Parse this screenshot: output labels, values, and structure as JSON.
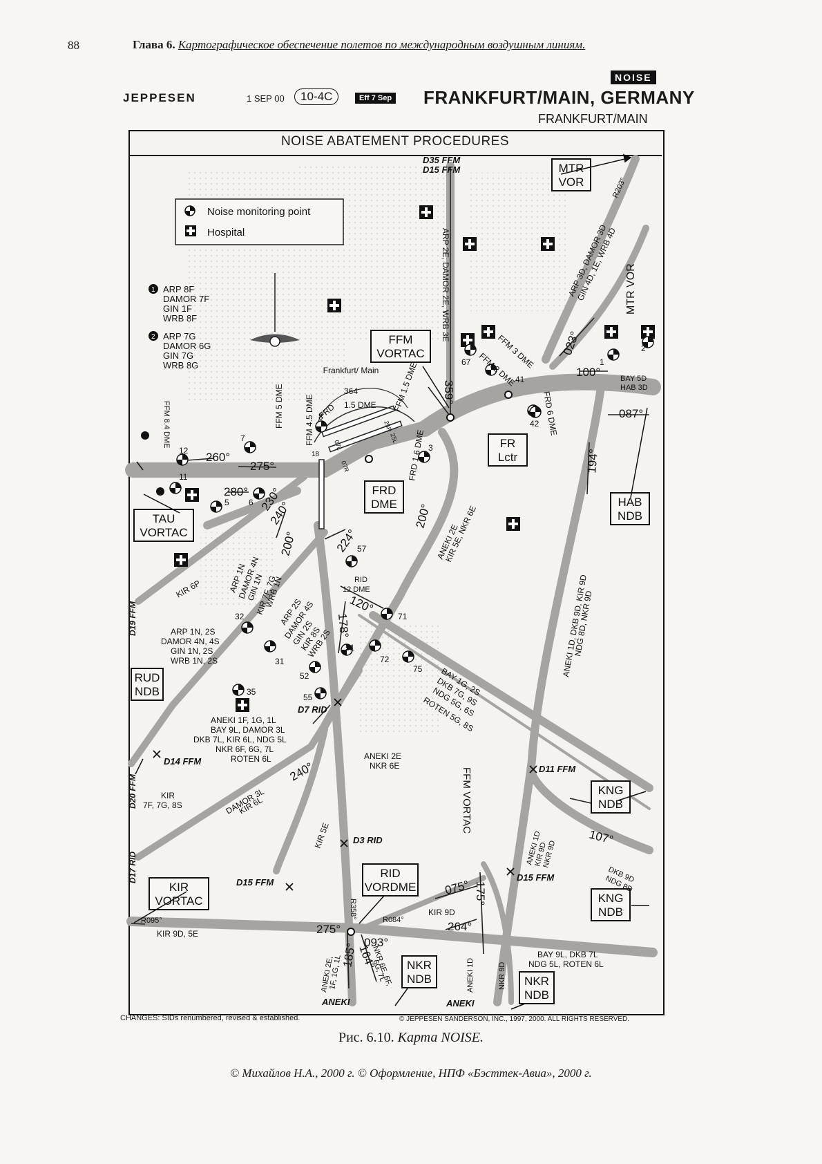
{
  "page": {
    "number": "88",
    "chapter_label": "Глава 6.",
    "chapter_title": "Картографическое обеспечение полетов по международным воздушным линиям."
  },
  "chart_header": {
    "noise_tag": "NOISE",
    "logo": "JEPPESEN",
    "date": "1 SEP 00",
    "chart_number": "10-4C",
    "effective": "Eff 7 Sep",
    "title": "FRANKFURT/MAIN, GERMANY",
    "subtitle": "FRANKFURT/MAIN"
  },
  "chart": {
    "heading": "NOISE ABATEMENT PROCEDURES",
    "legend": {
      "noise_monitoring_point": "Noise monitoring point",
      "hospital": "Hospital"
    },
    "route_groups": {
      "one": [
        "ARP 8F",
        "DAMOR 7F",
        "GIN 1F",
        "WRB 8F"
      ],
      "two": [
        "ARP 7G",
        "DAMOR 6G",
        "GIN 7G",
        "WRB 8G"
      ]
    },
    "airport": {
      "name": "Frankfurt/ Main",
      "elevation": "364"
    },
    "facilities": {
      "ffm_vortac": [
        "FFM",
        "VORTAC"
      ],
      "mtr_vor": [
        "MTR",
        "VOR"
      ],
      "fr_lctr": [
        "FR",
        "Lctr"
      ],
      "frd_dme": [
        "FRD",
        "DME"
      ],
      "tau_vortac": [
        "TAU",
        "VORTAC"
      ],
      "hab_ndb": [
        "HAB",
        "NDB"
      ],
      "rud_ndb": [
        "RUD",
        "NDB"
      ],
      "kng_ndb_1": [
        "KNG",
        "NDB"
      ],
      "kng_ndb_2": [
        "KNG",
        "NDB"
      ],
      "kir_vortac": [
        "KIR",
        "VORTAC"
      ],
      "rid_vordme": [
        "RID",
        "VORDME"
      ],
      "nkr_ndb_1": [
        "NKR",
        "NDB"
      ],
      "nkr_ndb_2": [
        "NKR",
        "NDB"
      ]
    },
    "labels": {
      "d35": "D35 FFM",
      "d15_top": "D15 FFM",
      "arp2e": "ARP 2E, DAMOR 2E, WRB 3E",
      "arp3d": "ARP 3D, DAMOR 3D",
      "gin4d": "GIN 4D, 1E, WRB 4D",
      "r203": "R203°",
      "mtr_vor_rot": "MTR VOR",
      "bay5d": "BAY 5D",
      "hab3d": "HAB 3D",
      "ffm3": "FFM 3 DME",
      "ffm2": "FFM 2 DME",
      "frd6": "FRD 6 DME",
      "ffm8": "FFM 8.4 DME",
      "ffm5": "FFM 5 DME",
      "ffm45": "FFM 4.5 DME",
      "ffm15": "FFM 1.5 DME",
      "dme15": "1.5 DME",
      "frd_ring": "FRD",
      "frd16": "FRD 1.6 DME",
      "rwy_07l": "07L",
      "rwy_07r": "07R",
      "rwy_25l": "25L",
      "rwy_25r": "25R",
      "rwy_18": "18",
      "aneki2e_top": "ANEKI 2E",
      "kir5e_top": "KIR 5E, NKR 6E",
      "kir6p": "KIR 6P",
      "arp1n": "ARP 1N",
      "damor4n": "DAMOR 4N",
      "gin1n": "GIN 1N",
      "kir7f": "KIR 7F, 7G",
      "wrb1n": "WRB 1N",
      "arp2s": "ARP 2S",
      "damor4s": "DAMOR 4S",
      "gin2s": "GIN 2S",
      "kir8s": "KIR 8S",
      "wrb2s": "WRB 2S",
      "left_group": [
        "ARP 1N, 2S",
        "DAMOR 4N, 4S",
        "GIN 1N, 2S",
        "WRB 1N, 2S"
      ],
      "rid12": [
        "RID",
        "12 DME"
      ],
      "d19": "D19 FFM",
      "d20": "D20 FFM",
      "d17": "D17 RID",
      "d14": "D14 FFM",
      "d7rid": "D7 RID",
      "d3rid": "D3 RID",
      "d11": "D11 FFM",
      "d15_low": "D15 FFM",
      "d15_right": "D15 FFM",
      "aneki_group": [
        "ANEKI 1F, 1G, 1L",
        "BAY 9L, DAMOR 3L",
        "DKB 7L, KIR 6L, NDG 5L",
        "NKR 6F, 6G, 7L",
        "ROTEN 6L"
      ],
      "aneki2e_mid": [
        "ANEKI 2E",
        "NKR 6E"
      ],
      "kir_left": [
        "KIR",
        "7F, 7G, 8S"
      ],
      "bay1g": "BAY 1G, 2S",
      "dkb7g": "DKB 7G, 9S",
      "ndg5g": "NDG 5G, 6S",
      "roten5g": "ROTEN 5G, 8S",
      "damor3l": "DAMOR 3L",
      "kir6l": "KIR 6L",
      "kir5e_low": "KIR 5E",
      "ffm_vortac_rot": "FFM VORTAC",
      "aneki1d": "ANEKI 1D",
      "kir9d": "KIR 9D",
      "nkr9d": "NKR 9D",
      "dkb9d": "DKB 9D",
      "ndg8d": "NDG 8D",
      "aneki1d_long": "ANEKI 1D, DKB 9D, KIR 9D",
      "ndg8d_long": "NDG 8D, NKR 9D",
      "r095": "R095°",
      "kir9d5e": "KIR 9D, 5E",
      "r358": "R358°",
      "r084": "R084°",
      "kir9d_low": "KIR 9D",
      "bay9l": [
        "BAY 9L, DKB 7L",
        "NDG 5L, ROTEN 6L"
      ],
      "aneki2e_bot": "ANEKI 2E,",
      "aneki2e_bot2": "1F, 1G, 1L",
      "nkr6e": "NKR 6E, 6F,",
      "nkr6e2": "6G, 7L",
      "aneki1d_bot": "ANEKI 1D",
      "nkr9d_bot": "NKR 9D",
      "aneki_end1": "ANEKI",
      "aneki_end2": "ANEKI"
    },
    "headings": {
      "h359": "359°",
      "h023": "023°",
      "h100": "100°",
      "h087": "087°",
      "h260": "260°",
      "h275": "275°",
      "h280": "280°",
      "h230": "230°",
      "h240": "240°",
      "h200a": "200°",
      "h200b": "200°",
      "h224": "224°",
      "h194": "194°",
      "h120": "120°",
      "h178": "178°",
      "h240b": "240°",
      "h107": "107°",
      "h075": "075°",
      "h175": "175°",
      "h264": "264°",
      "h275b": "275°",
      "h093": "093°",
      "h185": "185°",
      "h164": "164°"
    },
    "points": {
      "p1": "1",
      "p2": "2",
      "p3": "3",
      "p5": "5",
      "p6": "6",
      "p7": "7",
      "p8": "8",
      "p11": "11",
      "p12": "12",
      "p31": "31",
      "p32": "32",
      "p35": "35",
      "p41": "41",
      "p42": "42",
      "p51": "51",
      "p52": "52",
      "p55": "55",
      "p57": "57",
      "p67": "67",
      "p71": "71",
      "p72": "72",
      "p75": "75",
      "p_one": "1",
      "p_two": "2"
    }
  },
  "chart_footer": {
    "changes": "CHANGES: SIDs renumbered, revised & established.",
    "copyright": "© JEPPESEN SANDERSON, INC., 1997, 2000. ALL RIGHTS RESERVED."
  },
  "caption": {
    "prefix": "Рис. 6.10.",
    "title": "Карта NOISE."
  },
  "footer": "© Михайлов Н.А., 2000 г.   © Оформление, НПФ «Бэсттек-Авиа», 2000 г."
}
